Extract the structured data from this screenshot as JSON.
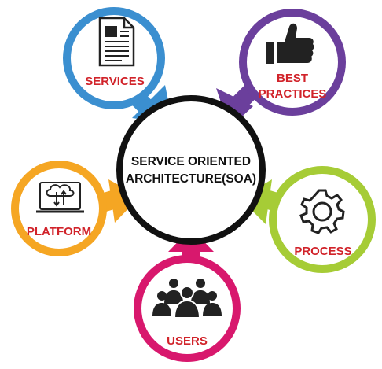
{
  "center": {
    "line1": "SERVICE ORIENTED",
    "line2": "ARCHITECTURE(SOA)"
  },
  "nodes": [
    {
      "id": "services",
      "label_lines": [
        "SERVICES"
      ],
      "color": "#3b8fd0",
      "icon": "document-icon"
    },
    {
      "id": "best-practices",
      "label_lines": [
        "BEST",
        "PRACTICES"
      ],
      "color": "#6b3f9c",
      "icon": "thumbs-up-icon"
    },
    {
      "id": "platform",
      "label_lines": [
        "PLATFORM"
      ],
      "color": "#f5a623",
      "icon": "cloud-laptop-icon"
    },
    {
      "id": "process",
      "label_lines": [
        "PROCESS"
      ],
      "color": "#a6cc36",
      "icon": "gear-icon"
    },
    {
      "id": "users",
      "label_lines": [
        "USERS"
      ],
      "color": "#d8186d",
      "icon": "users-group-icon"
    }
  ],
  "colors": {
    "center_ring": "#111111",
    "label_text": "#d1232a",
    "icon": "#222222"
  }
}
